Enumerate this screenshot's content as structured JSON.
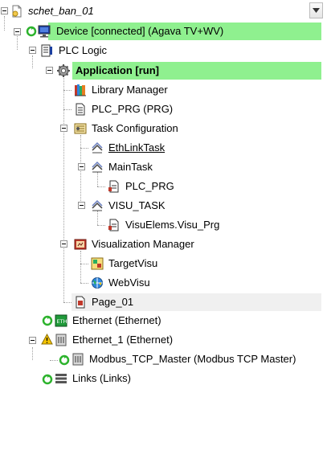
{
  "tree": {
    "root": {
      "label": "schet_ban_01",
      "icon": "project-icon"
    },
    "device": {
      "label": "Device [connected] (Agava TV+WV)",
      "icon": "device-icon",
      "highlight_color": "#8ff08f"
    },
    "plc_logic": {
      "label": "PLC Logic",
      "icon": "plc-logic-icon"
    },
    "application": {
      "label": "Application [run]",
      "icon": "application-gear-icon"
    },
    "library_manager": {
      "label": "Library Manager",
      "icon": "library-books-icon"
    },
    "plc_prg": {
      "label": "PLC_PRG (PRG)",
      "icon": "program-document-icon"
    },
    "task_configuration": {
      "label": "Task Configuration",
      "icon": "task-configuration-icon"
    },
    "ethlinktask": {
      "label": "EthLinkTask",
      "icon": "task-icon"
    },
    "maintask": {
      "label": "MainTask",
      "icon": "task-icon"
    },
    "maintask_call": {
      "label": "PLC_PRG",
      "icon": "program-call-icon"
    },
    "visu_task": {
      "label": "VISU_TASK",
      "icon": "task-icon"
    },
    "visu_task_call": {
      "label": "VisuElems.Visu_Prg",
      "icon": "program-call-icon"
    },
    "visualization_manager": {
      "label": "Visualization Manager",
      "icon": "visualization-manager-icon"
    },
    "target_visu": {
      "label": "TargetVisu",
      "icon": "target-visu-icon"
    },
    "web_visu": {
      "label": "WebVisu",
      "icon": "web-visu-icon"
    },
    "page_01": {
      "label": "Page_01",
      "icon": "visualization-page-icon"
    },
    "ethernet": {
      "label": "Ethernet (Ethernet)",
      "icon": "ethernet-icon"
    },
    "ethernet_1": {
      "label": "Ethernet_1 (Ethernet)",
      "icon": "ethernet-device-icon"
    },
    "modbus_tcp_master": {
      "label": "Modbus_TCP_Master (Modbus TCP Master)",
      "icon": "modbus-device-icon"
    },
    "links": {
      "label": "Links (Links)",
      "icon": "links-icon"
    }
  },
  "colors": {
    "selection_green": "#8ff08f",
    "hover_gray": "#f0f0f0",
    "run_green": "#2db32d",
    "warning_yellow": "#f5c400"
  }
}
